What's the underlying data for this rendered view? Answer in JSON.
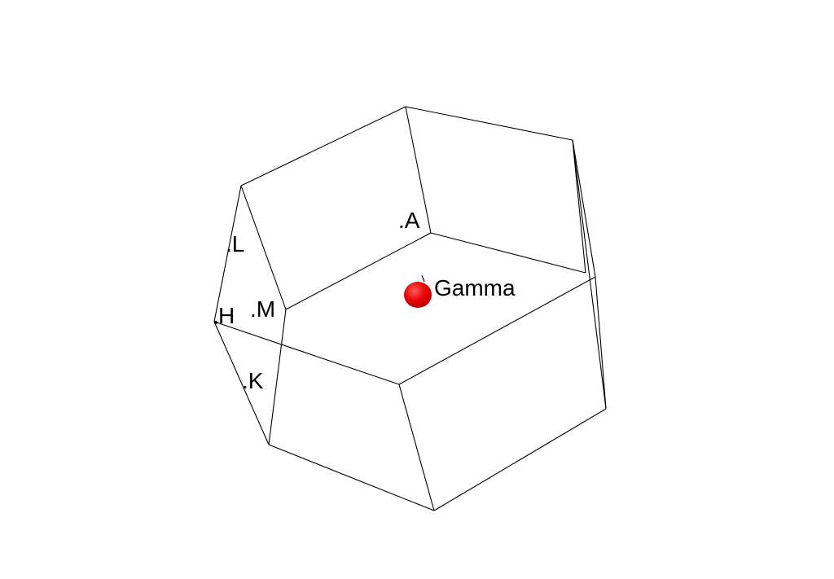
{
  "colors": {
    "background": "#ffffff",
    "edge": "#000000",
    "label": "#000000",
    "gamma_marker": "#ff0000",
    "gamma_marker_shade": "#b30000"
  },
  "kpoints": {
    "A": ".A",
    "L": ".L",
    "M": ".M",
    "H": "H",
    "K": ".K",
    "Gamma": "Gamma"
  }
}
